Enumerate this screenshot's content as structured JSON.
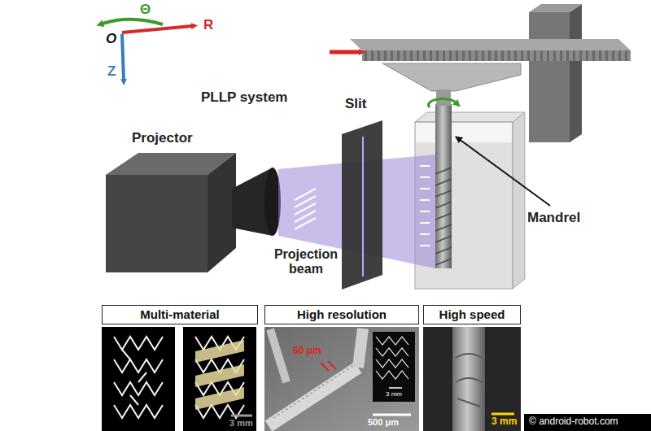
{
  "diagram": {
    "nodes": [
      {
        "text": [
          "Multi-material"
        ]
      },
      {
        "text": [
          "High resolution"
        ]
      },
      {
        "text": [
          "High speed"
        ]
      }
    ],
    "labels": [
      "Θ",
      "O",
      "R",
      "Z",
      "PLLP system",
      "Projector",
      "Slit",
      "Projection beam",
      "Mandrel",
      "3 mm",
      "60 μm",
      "3 mm",
      "500 μm",
      "3 mm",
      "© android-robot.com"
    ]
  }
}
